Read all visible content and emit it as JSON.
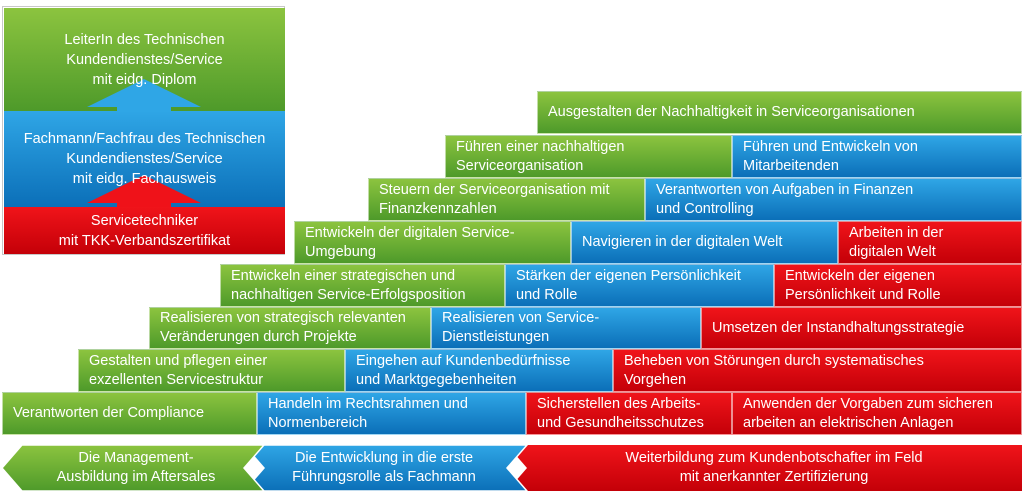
{
  "legend": {
    "level_top": "LeiterIn des Technischen Kundendienstes/Service mit eidg. Diplom",
    "level_top_lines": [
      "LeiterIn des Technischen",
      "Kundendienstes/Service",
      "mit eidg. Diplom"
    ],
    "level_mid_lines": [
      "Fachmann/Fachfrau des Technischen",
      "Kundendienstes/Service",
      "mit eidg. Fachausweis"
    ],
    "level_base_lines": [
      "Servicetechniker",
      "mit TKK-Verbandszertifikat"
    ]
  },
  "colors": {
    "green": "#5fa832",
    "blue": "#1289d1",
    "red": "#e2000f"
  },
  "rows": [
    {
      "cells": [
        {
          "color": "green",
          "lines": [
            "Ausgestalten der Nachhaltigkeit in Serviceorganisationen"
          ]
        }
      ]
    },
    {
      "cells": [
        {
          "color": "green",
          "lines": [
            "Führen einer nachhaltigen",
            "Serviceorganisation"
          ]
        },
        {
          "color": "blue",
          "lines": [
            "Führen und Entwickeln von",
            "Mitarbeitenden"
          ]
        }
      ]
    },
    {
      "cells": [
        {
          "color": "green",
          "lines": [
            "Steuern der Serviceorganisation mit",
            "Finanzkennzahlen"
          ]
        },
        {
          "color": "blue",
          "lines": [
            "Verantworten von Aufgaben in Finanzen",
            "und Controlling"
          ]
        }
      ]
    },
    {
      "cells": [
        {
          "color": "green",
          "lines": [
            "Entwickeln der digitalen Service-",
            "Umgebung"
          ]
        },
        {
          "color": "blue",
          "lines": [
            "Navigieren in der digitalen Welt"
          ]
        },
        {
          "color": "red",
          "lines": [
            "Arbeiten in der",
            "digitalen Welt"
          ]
        }
      ]
    },
    {
      "cells": [
        {
          "color": "green",
          "lines": [
            "Entwickeln einer strategischen und",
            "nachhaltigen Service-Erfolgsposition"
          ]
        },
        {
          "color": "blue",
          "lines": [
            "Stärken der eigenen Persönlichkeit",
            "und Rolle"
          ]
        },
        {
          "color": "red",
          "lines": [
            "Entwickeln der eigenen",
            "Persönlichkeit und Rolle"
          ]
        }
      ]
    },
    {
      "cells": [
        {
          "color": "green",
          "lines": [
            "Realisieren von strategisch relevanten",
            "Veränderungen durch Projekte"
          ]
        },
        {
          "color": "blue",
          "lines": [
            "Realisieren von Service-",
            "Dienstleistungen"
          ]
        },
        {
          "color": "red",
          "lines": [
            "Umsetzen der Instandhaltungsstrategie"
          ]
        }
      ]
    },
    {
      "cells": [
        {
          "color": "green",
          "lines": [
            "Gestalten und pflegen einer",
            "exzellenten Servicestruktur"
          ]
        },
        {
          "color": "blue",
          "lines": [
            "Eingehen auf Kundenbedürfnisse",
            "und Marktgegebenheiten"
          ]
        },
        {
          "color": "red",
          "lines": [
            "Beheben von Störungen durch systematisches",
            "Vorgehen"
          ]
        }
      ]
    },
    {
      "cells": [
        {
          "color": "green",
          "lines": [
            "Verantworten der Compliance"
          ]
        },
        {
          "color": "blue",
          "lines": [
            "Handeln im Rechtsrahmen und",
            "Normenbereich"
          ]
        },
        {
          "color": "red",
          "lines": [
            "Sicherstellen des Arbeits-",
            "und Gesundheitsschutzes"
          ]
        },
        {
          "color": "red",
          "lines": [
            "Anwenden der Vorgaben zum sicheren",
            "arbeiten an elektrischen Anlagen"
          ]
        }
      ]
    }
  ],
  "bottom_bar": [
    {
      "color": "green",
      "lines": [
        "Die Management-",
        "Ausbildung im Aftersales"
      ]
    },
    {
      "color": "blue",
      "lines": [
        "Die Entwicklung in die erste",
        "Führungsrolle als Fachmann"
      ]
    },
    {
      "color": "red",
      "lines": [
        "Weiterbildung zum Kundenbotschafter im Feld",
        "mit anerkannter Zertifizierung"
      ]
    }
  ]
}
